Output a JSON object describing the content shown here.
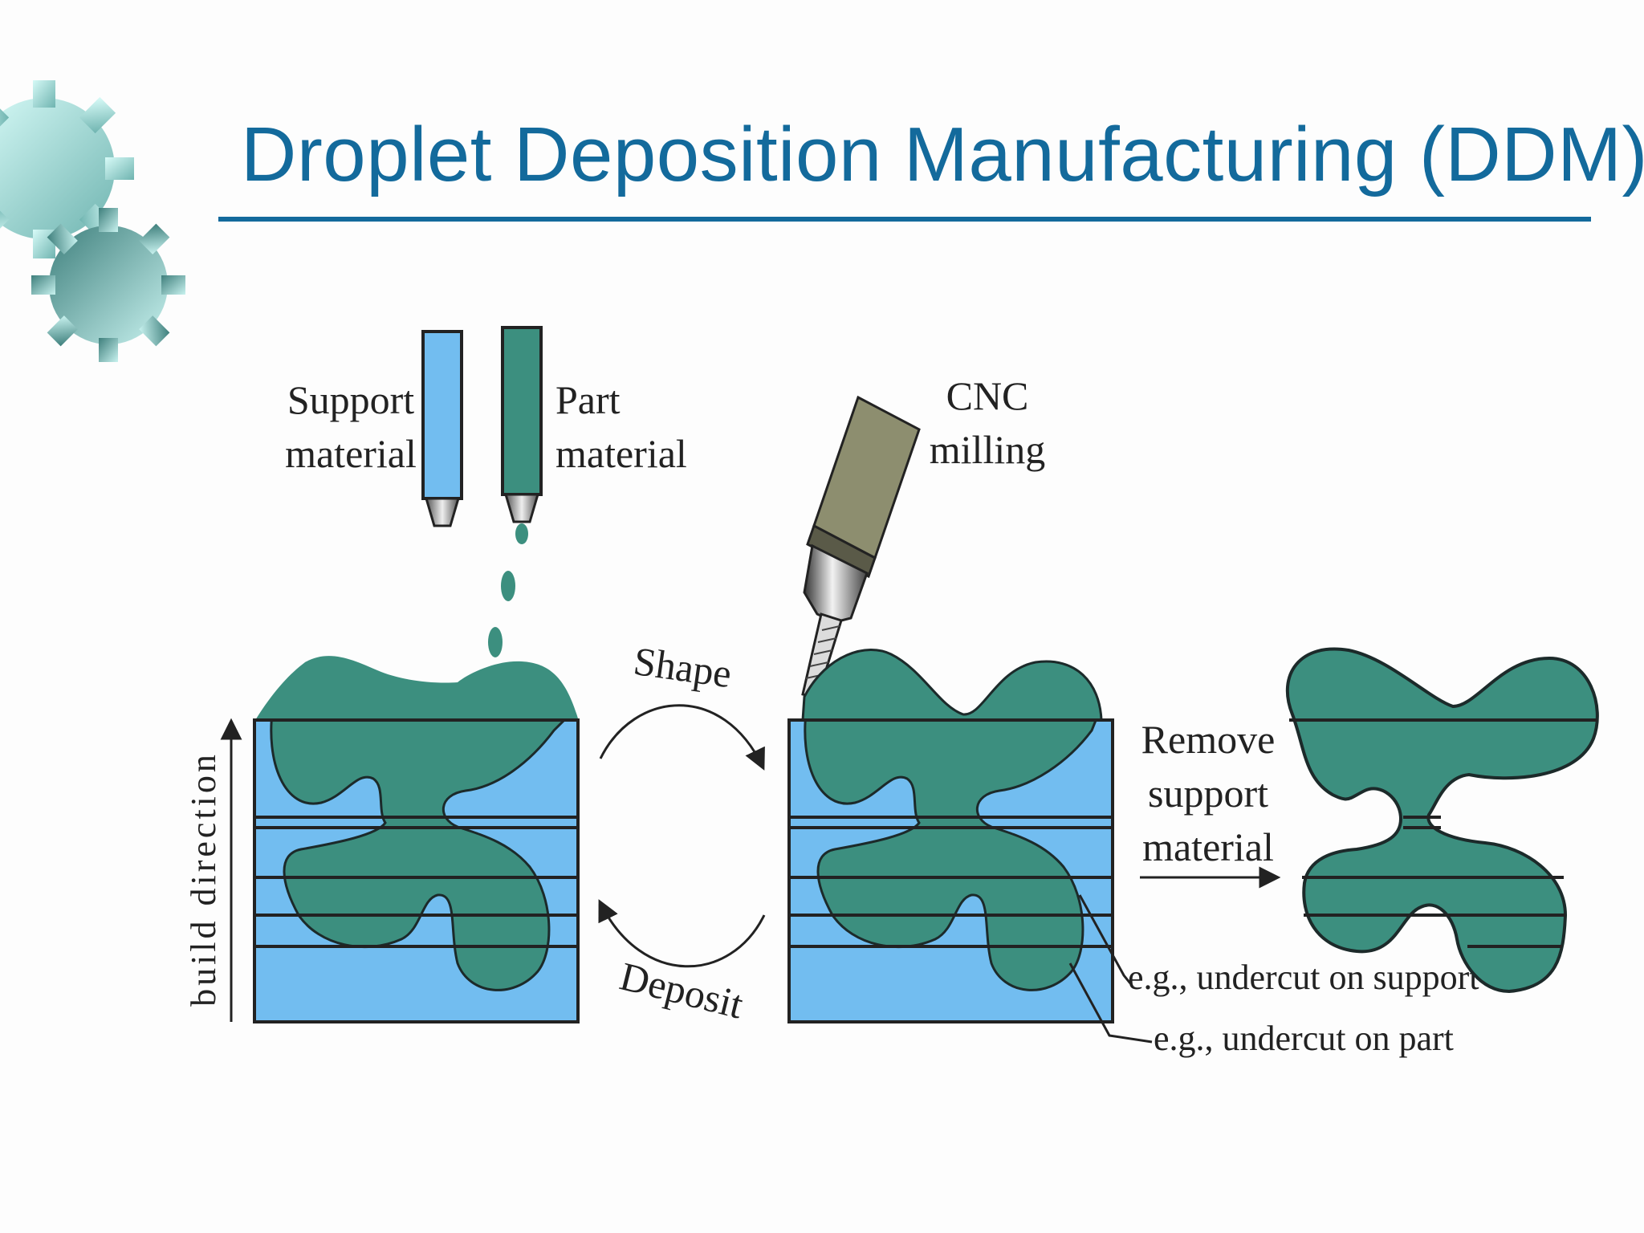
{
  "title": "Droplet Deposition Manufacturing (DDM)",
  "labels": {
    "support_material_l1": "Support",
    "support_material_l2": "material",
    "part_material_l1": "Part",
    "part_material_l2": "material",
    "cnc_l1": "CNC",
    "cnc_l2": "milling",
    "shape": "Shape",
    "deposit": "Deposit",
    "build_direction": "build direction",
    "remove_l1": "Remove",
    "remove_l2": "support",
    "remove_l3": "material",
    "undercut_support": "e.g., undercut on support",
    "undercut_part": "e.g., undercut on part"
  },
  "colors": {
    "title": "#136a9c",
    "support": "#72bdf0",
    "part": "#3c8f7f",
    "nozzle_tip": "#9a9a9a",
    "cnc_body": "#8d8e6f",
    "gear_light": "#c8f4f2",
    "gear_dark": "#4f8f8c"
  },
  "icons": [
    "gear-icon",
    "gear-icon",
    "arrow-icon"
  ]
}
